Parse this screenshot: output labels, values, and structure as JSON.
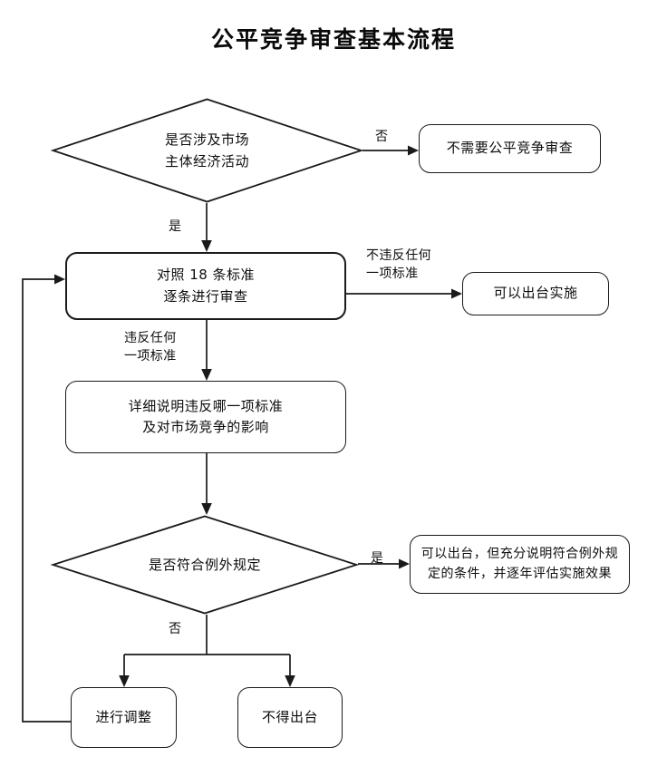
{
  "title": "公平竞争审查基本流程",
  "nodes": {
    "d1": {
      "label": "是否涉及市场\n主体经济活动"
    },
    "no_review": {
      "label": "不需要公平竞争审查"
    },
    "criteria": {
      "label": "对照 18 条标准\n逐条进行审查"
    },
    "can_issue": {
      "label": "可以出台实施"
    },
    "explain": {
      "label": "详细说明违反哪一项标准\n及对市场竞争的影响"
    },
    "d2": {
      "label": "是否符合例外规定"
    },
    "exception_ok": {
      "label": "可以出台，但充分说明符合例外规\n定的条件，并逐年评估实施效果"
    },
    "adjust": {
      "label": "进行调整"
    },
    "forbid": {
      "label": "不得出台"
    }
  },
  "edge_labels": {
    "d1_no": "否",
    "d1_yes": "是",
    "criteria_pass": "不违反任何\n一项标准",
    "criteria_fail": "违反任何\n一项标准",
    "d2_yes": "是",
    "d2_no": "否"
  },
  "colors": {
    "stroke": "#1a1a1a",
    "text": "#0d0d0d",
    "background": "#ffffff"
  }
}
